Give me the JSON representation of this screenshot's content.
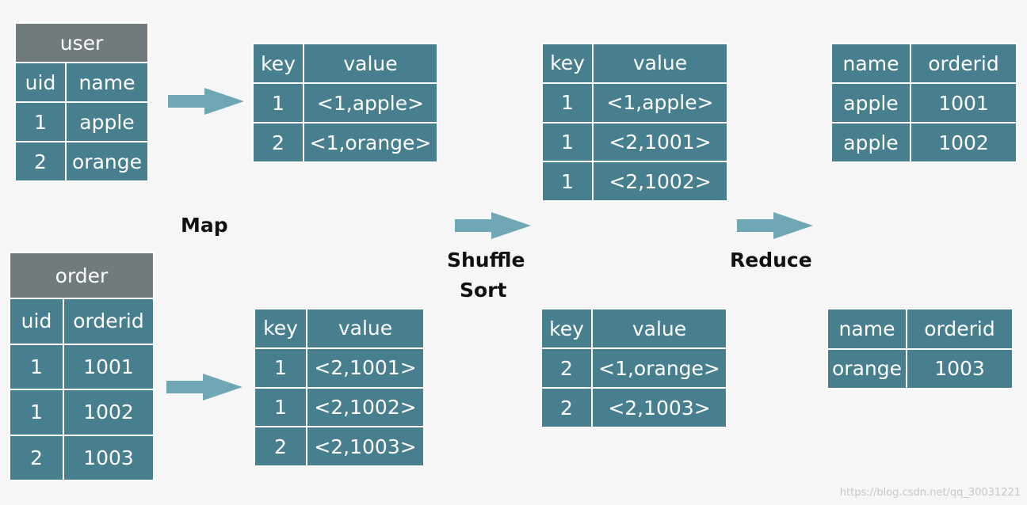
{
  "inputs": {
    "user": {
      "caption": "user",
      "headers": [
        "uid",
        "name"
      ],
      "rows": [
        [
          "1",
          "apple"
        ],
        [
          "2",
          "orange"
        ]
      ]
    },
    "order": {
      "caption": "order",
      "headers": [
        "uid",
        "orderid"
      ],
      "rows": [
        [
          "1",
          "1001"
        ],
        [
          "1",
          "1002"
        ],
        [
          "2",
          "1003"
        ]
      ]
    }
  },
  "map_outputs": {
    "user": {
      "headers": [
        "key",
        "value"
      ],
      "rows": [
        [
          "1",
          "<1,apple>"
        ],
        [
          "2",
          "<1,orange>"
        ]
      ]
    },
    "order": {
      "headers": [
        "key",
        "value"
      ],
      "rows": [
        [
          "1",
          "<2,1001>"
        ],
        [
          "1",
          "<2,1002>"
        ],
        [
          "2",
          "<2,1003>"
        ]
      ]
    }
  },
  "shuffle_outputs": {
    "key1": {
      "headers": [
        "key",
        "value"
      ],
      "rows": [
        [
          "1",
          "<1,apple>"
        ],
        [
          "1",
          "<2,1001>"
        ],
        [
          "1",
          "<2,1002>"
        ]
      ]
    },
    "key2": {
      "headers": [
        "key",
        "value"
      ],
      "rows": [
        [
          "2",
          "<1,orange>"
        ],
        [
          "2",
          "<2,1003>"
        ]
      ]
    }
  },
  "reduce_outputs": {
    "key1": {
      "headers": [
        "name",
        "orderid"
      ],
      "rows": [
        [
          "apple",
          "1001"
        ],
        [
          "apple",
          "1002"
        ]
      ]
    },
    "key2": {
      "headers": [
        "name",
        "orderid"
      ],
      "rows": [
        [
          "orange",
          "1003"
        ]
      ]
    }
  },
  "stages": {
    "map": "Map",
    "shuffle": "Shuffle",
    "sort": "Sort",
    "reduce": "Reduce"
  },
  "watermark": "https://blog.csdn.net/qq_30031221",
  "colors": {
    "cell": "#477f8f",
    "caption": "#717b7d",
    "arrow": "#6fa7b5",
    "text": "#ffffff"
  }
}
